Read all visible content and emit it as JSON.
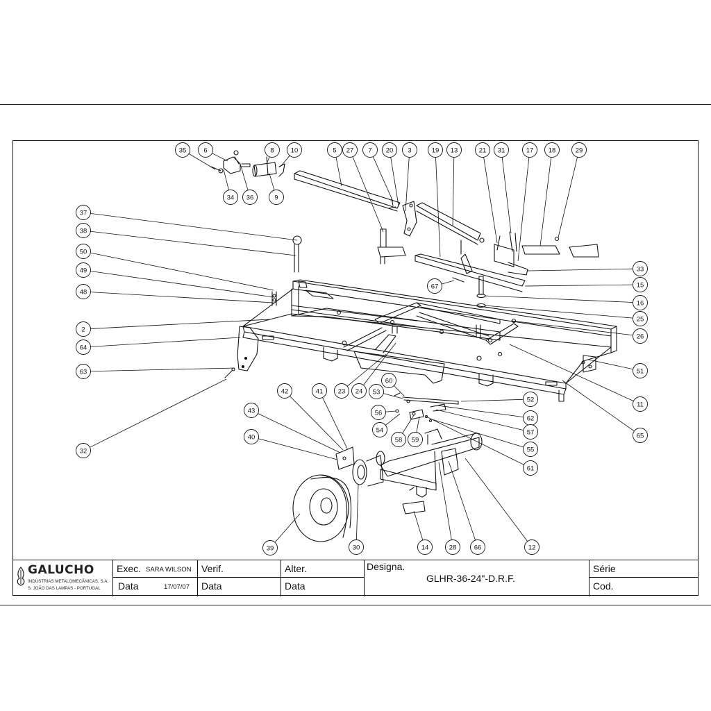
{
  "title_block": {
    "company_name": "GALUCHO",
    "company_line1": "INDÚSTRIAS METALOMECÂNICAS, S.A.",
    "company_line2": "S. JOÃO DAS LAMPAS - PORTUGAL",
    "exec_label": "Exec.",
    "exec_value": "SARA WILSON",
    "data_label_1": "Data",
    "data_value_1": "17/07/07",
    "verif_label": "Verif.",
    "data_label_2": "Data",
    "alter_label": "Alter.",
    "data_label_3": "Data",
    "designa_label": "Designa.",
    "designation": "GLHR-36-24\"-D.R.F.",
    "serie_label": "Série",
    "cod_label": "Cod."
  },
  "callouts": [
    {
      "n": "35"
    },
    {
      "n": "6"
    },
    {
      "n": "8"
    },
    {
      "n": "10"
    },
    {
      "n": "5"
    },
    {
      "n": "27"
    },
    {
      "n": "7"
    },
    {
      "n": "20"
    },
    {
      "n": "3"
    },
    {
      "n": "19"
    },
    {
      "n": "13"
    },
    {
      "n": "21"
    },
    {
      "n": "31"
    },
    {
      "n": "17"
    },
    {
      "n": "18"
    },
    {
      "n": "29"
    },
    {
      "n": "34"
    },
    {
      "n": "36"
    },
    {
      "n": "9"
    },
    {
      "n": "37"
    },
    {
      "n": "38"
    },
    {
      "n": "50"
    },
    {
      "n": "49"
    },
    {
      "n": "48"
    },
    {
      "n": "2"
    },
    {
      "n": "64"
    },
    {
      "n": "63"
    },
    {
      "n": "32"
    },
    {
      "n": "33"
    },
    {
      "n": "67"
    },
    {
      "n": "15"
    },
    {
      "n": "16"
    },
    {
      "n": "25"
    },
    {
      "n": "26"
    },
    {
      "n": "51"
    },
    {
      "n": "11"
    },
    {
      "n": "65"
    },
    {
      "n": "23"
    },
    {
      "n": "24"
    },
    {
      "n": "60"
    },
    {
      "n": "53"
    },
    {
      "n": "52"
    },
    {
      "n": "56"
    },
    {
      "n": "62"
    },
    {
      "n": "54"
    },
    {
      "n": "57"
    },
    {
      "n": "58"
    },
    {
      "n": "59"
    },
    {
      "n": "55"
    },
    {
      "n": "61"
    },
    {
      "n": "42"
    },
    {
      "n": "41"
    },
    {
      "n": "43"
    },
    {
      "n": "40"
    },
    {
      "n": "39"
    },
    {
      "n": "30"
    },
    {
      "n": "14"
    },
    {
      "n": "28"
    },
    {
      "n": "66"
    },
    {
      "n": "12"
    }
  ]
}
